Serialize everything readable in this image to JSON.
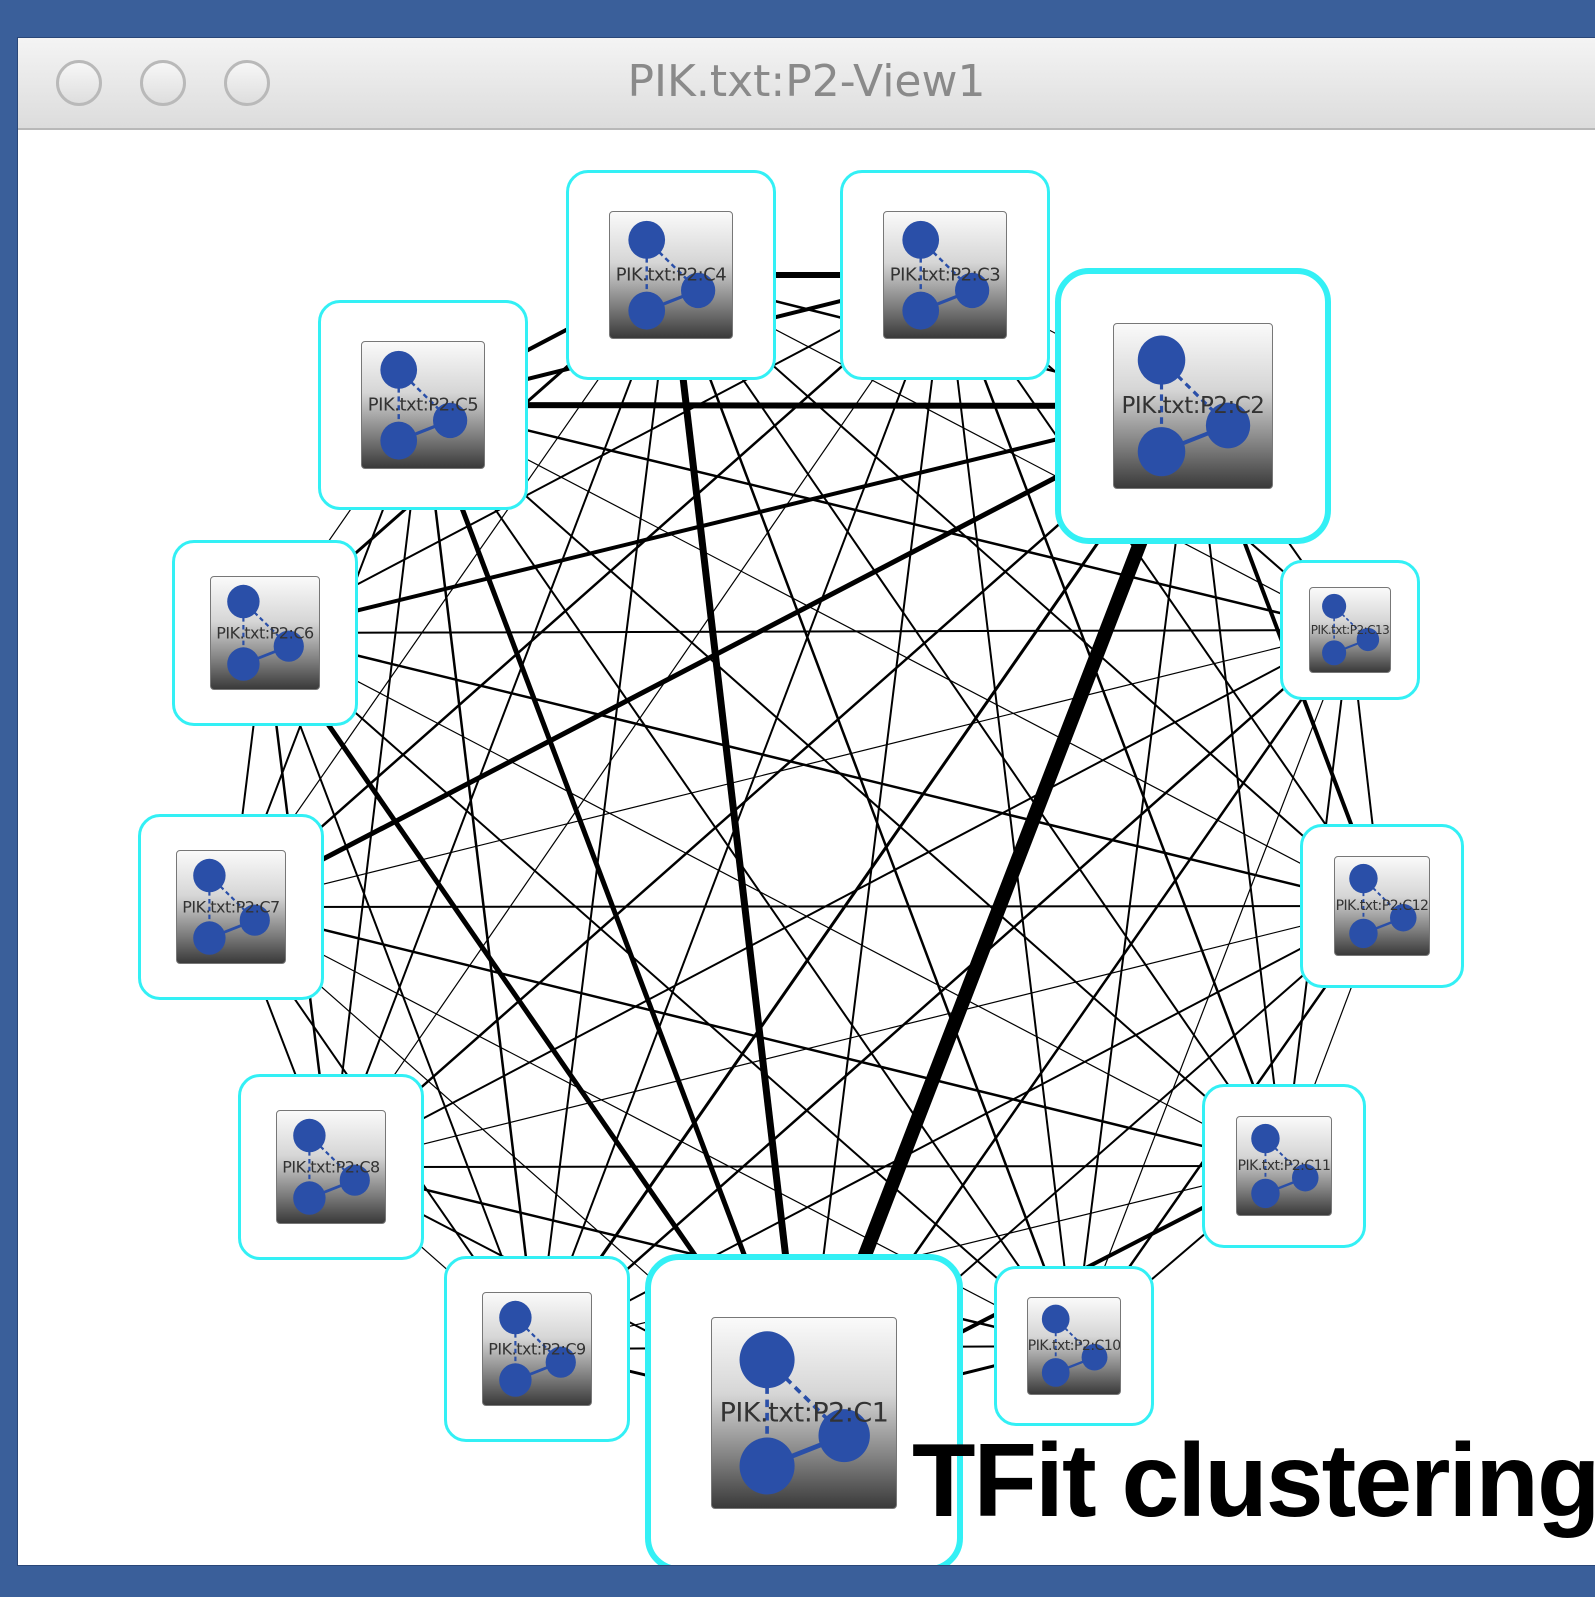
{
  "window": {
    "title": "PIK.txt:P2-View1"
  },
  "colors": {
    "node_border": "#33f0f5",
    "node_dot": "#2a4fa8",
    "edge": "#000000"
  },
  "nodes": [
    {
      "id": "C1",
      "label": "PIK.txt:P2:C1",
      "icon": "network-graph-icon"
    },
    {
      "id": "C2",
      "label": "PIK.txt:P2:C2",
      "icon": "network-graph-icon"
    },
    {
      "id": "C3",
      "label": "PIK.txt:P2:C3",
      "icon": "network-graph-icon"
    },
    {
      "id": "C4",
      "label": "PIK.txt:P2:C4",
      "icon": "network-graph-icon"
    },
    {
      "id": "C5",
      "label": "PIK.txt:P2:C5",
      "icon": "network-graph-icon"
    },
    {
      "id": "C6",
      "label": "PIK.txt:P2:C6",
      "icon": "network-graph-icon"
    },
    {
      "id": "C7",
      "label": "PIK.txt:P2:C7",
      "icon": "network-graph-icon"
    },
    {
      "id": "C8",
      "label": "PIK.txt:P2:C8",
      "icon": "network-graph-icon"
    },
    {
      "id": "C9",
      "label": "PIK.txt:P2:C9",
      "icon": "network-graph-icon"
    },
    {
      "id": "C10",
      "label": "PIK.txt:P2:C10",
      "icon": "network-graph-icon"
    },
    {
      "id": "C11",
      "label": "PIK.txt:P2:C11",
      "icon": "network-graph-icon"
    },
    {
      "id": "C12",
      "label": "PIK.txt:P2:C12",
      "icon": "network-graph-icon"
    },
    {
      "id": "C13",
      "label": "PIK.txt:P2:C13",
      "icon": "network-graph-icon"
    }
  ],
  "caption": "TFit clustering"
}
